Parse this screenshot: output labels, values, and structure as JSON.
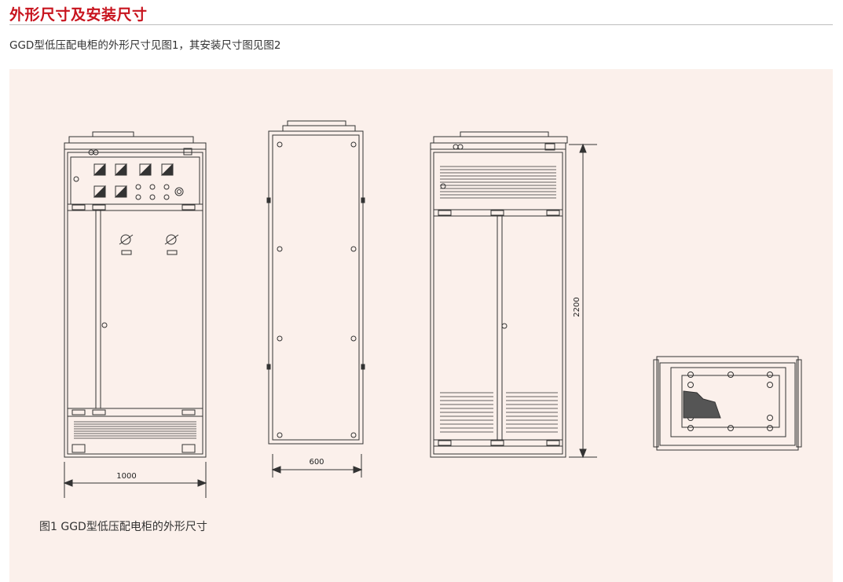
{
  "header": {
    "title": "外形尺寸及安装尺寸",
    "intro": "GGD型低压配电柜的外形尺寸见图1，其安装尺寸图见图2"
  },
  "figure": {
    "caption": "图1 GGD型低压配电柜的外形尺寸",
    "dim_width_front": "1000",
    "dim_width_side": "600",
    "dim_height": "2200"
  },
  "colors": {
    "title": "#c8141e",
    "panel_bg": "#fbf0eb",
    "line": "#333333"
  }
}
